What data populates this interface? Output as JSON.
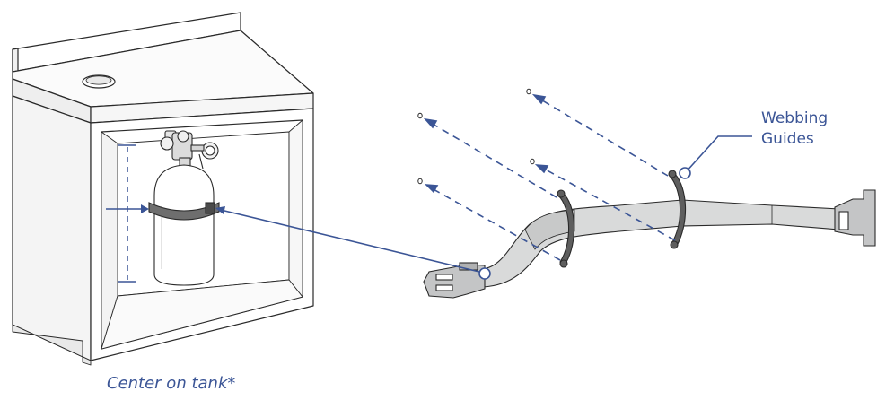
{
  "labels": {
    "webbing_line1": "Webbing",
    "webbing_line2": "Guides",
    "center_note": "Center on tank*"
  },
  "colors": {
    "line": "#2a2a2a",
    "accent": "#3b5596",
    "strap": "#d9dada",
    "guide": "#5e5e5e",
    "buckle": "#c4c5c6"
  }
}
